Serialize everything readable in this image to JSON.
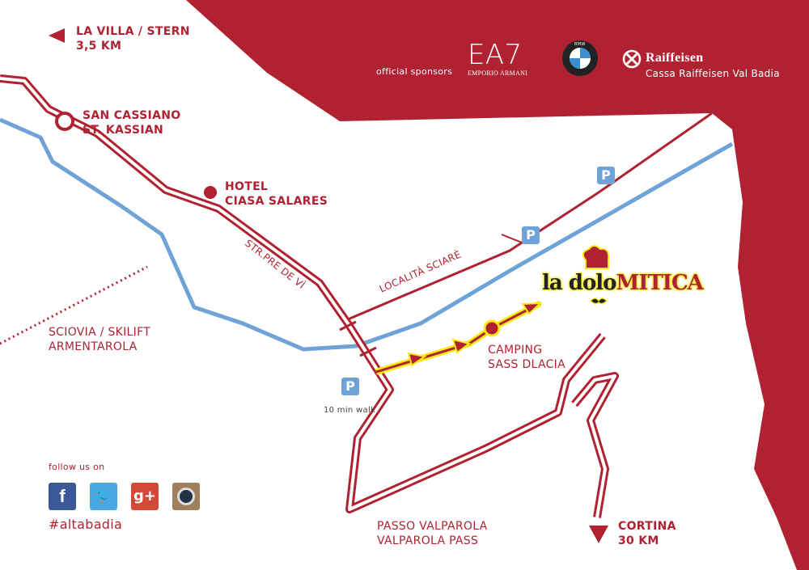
{
  "colors": {
    "brand_red": "#b02232",
    "river_blue": "#6fa3d8",
    "route_yellow": "#f5ea14"
  },
  "directions": {
    "la_villa": {
      "line1": "LA VILLA / STERN",
      "line2": "3,5 KM"
    },
    "cortina": {
      "line1": "CORTINA",
      "line2": "30 KM"
    }
  },
  "places": {
    "san_cassiano": {
      "line1": "SAN CASSIANO",
      "line2": "ST. KASSIAN"
    },
    "hotel": {
      "line1": "HOTEL",
      "line2": "CIASA SALARES"
    },
    "road_pre_de_vi": "STR.PRE DE VÌ",
    "localita": "LOCALITÀ SCIARÈ",
    "skilift": {
      "line1": "SCIOVIA / SKILIFT",
      "line2": "ARMENTAROLA"
    },
    "camping": {
      "line1": "CAMPING",
      "line2": "SASS DLACIA"
    },
    "passo": {
      "line1": "PASSO VALPAROLA",
      "line2": "VALPAROLA PASS"
    },
    "walk": "10 min walk",
    "parking_label": "P"
  },
  "logo": {
    "part1": "la dolo",
    "part2": "MITICA"
  },
  "sponsors": {
    "label": "official sponsors",
    "ea7": "EA7",
    "ea7_sub": "EMPORIO ARMANI",
    "bmw": "BMW",
    "raiffeisen": "Raiffeisen",
    "raiffeisen_sub": "Cassa Raiffeisen Val Badia"
  },
  "social": {
    "follow": "follow us on",
    "hashtag": "#altabadia",
    "icons": [
      "facebook-icon",
      "twitter-icon",
      "google-plus-icon",
      "instagram-icon"
    ],
    "fb": "f",
    "gp": "g+"
  }
}
